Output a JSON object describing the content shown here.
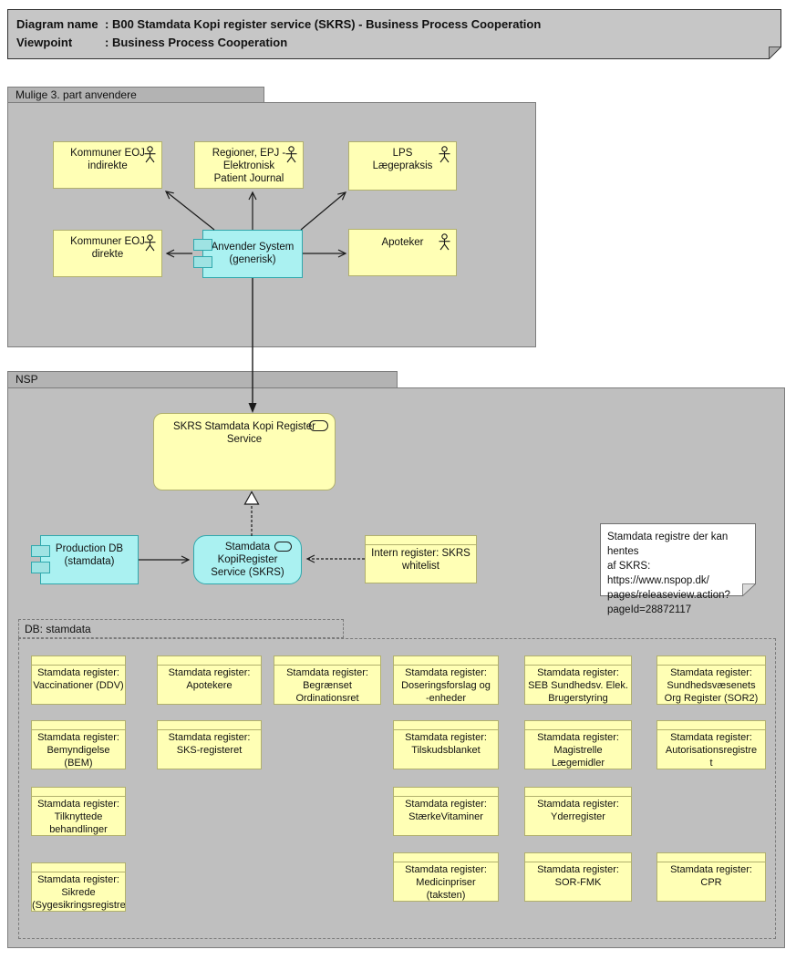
{
  "title": {
    "sep": ":",
    "rows": [
      {
        "label": "Diagram name",
        "value": "B00 Stamdata Kopi register service (SKRS) - Business Process Cooperation"
      },
      {
        "label": "Viewpoint",
        "value": "Business Process Cooperation"
      }
    ]
  },
  "groups": {
    "third_party": {
      "label": "Mulige 3. part anvendere"
    },
    "nsp": {
      "label": "NSP"
    },
    "db": {
      "label": "DB: stamdata"
    }
  },
  "nodes": {
    "kommuner_eoj_indirekte": "Kommuner EOJ\nindirekte",
    "regioner_epj": "Regioner, EPJ -\nElektronisk\nPatient Journal",
    "lps": "LPS\nLægepraksis",
    "kommuner_eoj_direkte": "Kommuner EOJ\ndirekte",
    "apoteker": "Apoteker",
    "anvender_system": "Anvender System\n(generisk)",
    "skrs_service": "SKRS Stamdata Kopi Register\nService",
    "production_db": "Production DB\n(stamdata)",
    "kopi_register_service": "Stamdata\nKopiRegister\nService (SKRS)",
    "intern_register": "Intern register: SKRS\nwhitelist"
  },
  "note": {
    "text": "Stamdata registre der kan hentes\naf SKRS: https://www.nspop.dk/\npages/releaseview.action?\npageId=28872117"
  },
  "registers": [
    "Stamdata register:\nVaccinationer (DDV)",
    "Stamdata register:\nApotekere",
    "Stamdata register:\nBegrænset\nOrdinationsret",
    "Stamdata register:\nDoseringsforslag og\n-enheder",
    "Stamdata register:\nSEB Sundhedsv. Elek.\nBrugerstyring",
    "Stamdata register:\nSundhedsvæsenets\nOrg Register (SOR2)",
    "Stamdata register:\nBemyndigelse (BEM)",
    "Stamdata register:\nSKS-registeret",
    "Stamdata register:\nTilskudsblanket",
    "Stamdata register:\nMagistrelle\nLægemidler",
    "Stamdata register:\nAutorisationsregistre\nt",
    "Stamdata register:\nTilknyttede\nbehandlinger",
    "Stamdata register:\nStærkeVitaminer",
    "Stamdata register:\nYderregister",
    "Stamdata register:\nSikrede\n(Sygesikringsregistre",
    "Stamdata register:\nMedicinpriser\n(taksten)",
    "Stamdata register:\nSOR-FMK",
    "Stamdata register:\nCPR"
  ],
  "icons": {
    "actor": "stick-figure-actor",
    "application_service": "rounded-oval-service",
    "application_component": "component-side-tabs"
  },
  "colors": {
    "group_fill": "#bfbfbf",
    "group_tab_fill": "#b3b3b3",
    "yellow_fill": "#ffffb5",
    "yellow_border": "#b1b06d",
    "cyan_fill": "#aaf1f1",
    "cyan_border": "#2fa8ad",
    "title_fill": "#c6c6c6",
    "note_fill": "#ffffff",
    "edge_color": "#1b1b1b"
  }
}
